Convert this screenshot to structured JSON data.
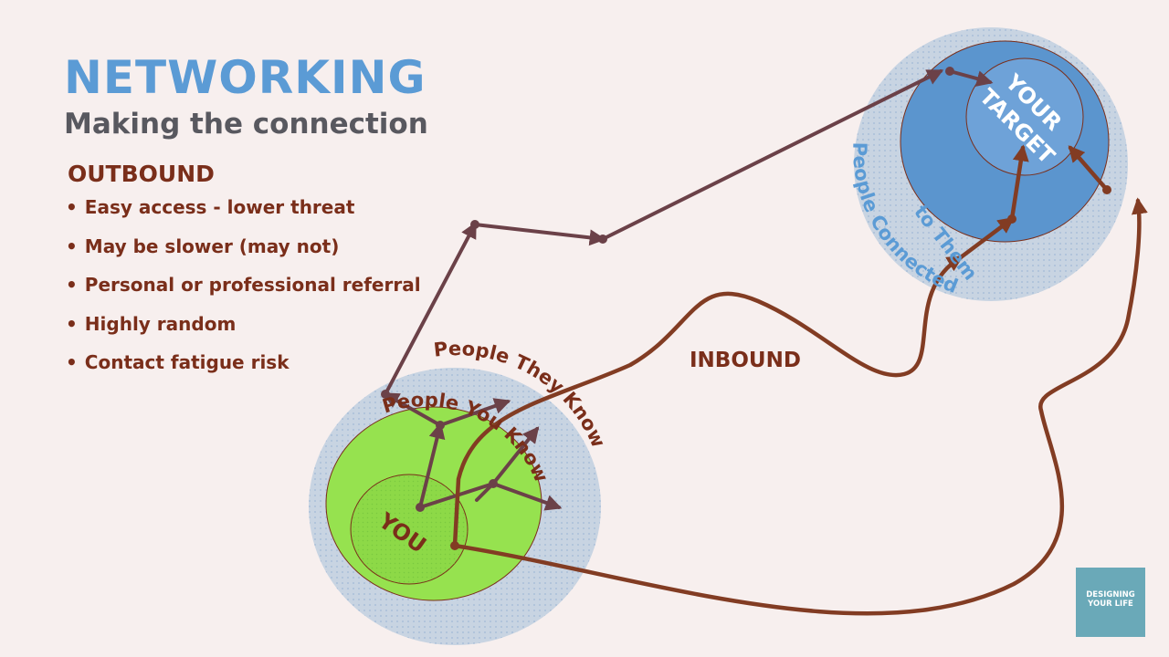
{
  "title": "NETWORKING",
  "subtitle": "Making the connection",
  "outbound": {
    "heading": "OUTBOUND",
    "bullets": [
      "Easy access - lower threat",
      "May be slower (may not)",
      "Personal or professional referral",
      "Highly random",
      "Contact fatigue risk"
    ]
  },
  "diagram": {
    "you_label": "YOU",
    "people_you_know": "People You Know",
    "people_they_know": "People They Know",
    "target_label": [
      "YOUR",
      "TARGET"
    ],
    "people_connected": [
      "People Connected",
      "to Them"
    ],
    "inbound_label": "INBOUND"
  },
  "logo": [
    "DESIGNING",
    "YOUR LIFE"
  ],
  "colors": {
    "title": "#5b9bd5",
    "subtitle": "#58585f",
    "text_brown": "#7a2e1a",
    "arrow_brown": "#823c23",
    "outbound_arrow": "#6b4148",
    "you_circle": "#96e24f",
    "halo": "#c8d4e2",
    "target_outer": "#5b95ce",
    "target_inner": "#6ea2d8",
    "logo_bg": "#6aa9b8"
  }
}
